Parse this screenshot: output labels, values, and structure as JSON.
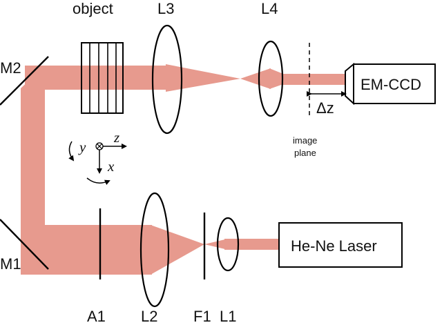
{
  "labels": {
    "object": "object",
    "l3": "L3",
    "l4": "L4",
    "m2": "M2",
    "m1": "M1",
    "emccd": "EM-CCD",
    "laser": "He-Ne Laser",
    "delta_z": "Δz",
    "image_plane_1": "image",
    "image_plane_2": "plane",
    "a1": "A1",
    "l2": "L2",
    "f1": "F1",
    "l1": "L1"
  },
  "axes": {
    "y": "y",
    "z": "z",
    "x": "x"
  },
  "colors": {
    "beam": "#e79a8e",
    "lines": "#000000"
  }
}
